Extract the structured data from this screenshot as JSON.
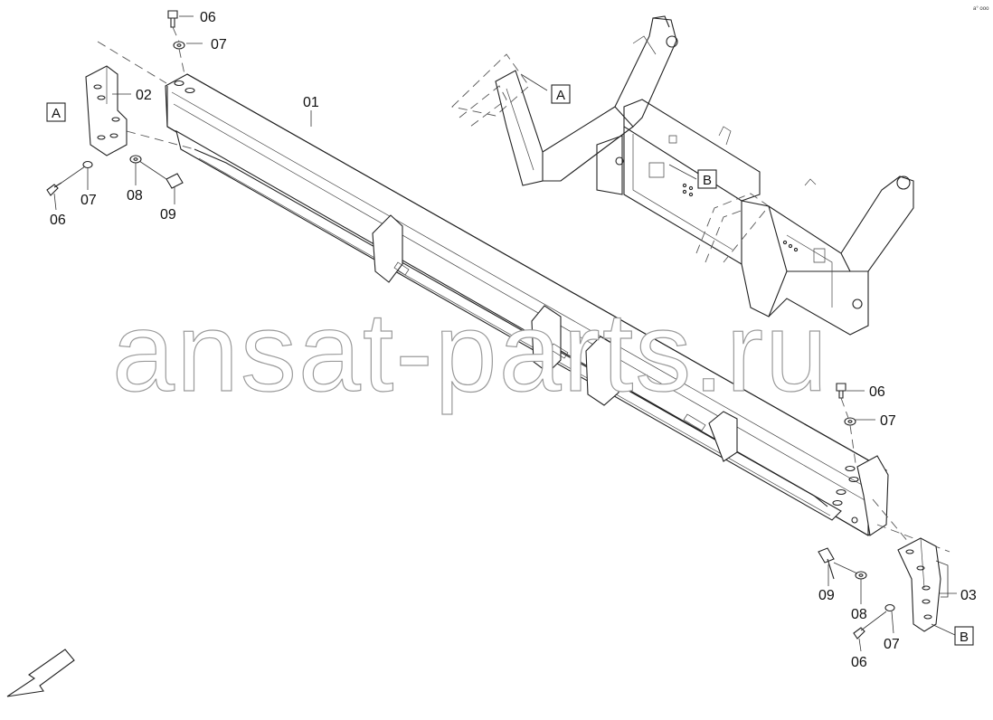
{
  "diagram": {
    "corner_code": "a° ooo",
    "watermark": "ansat-parts.ru",
    "callouts": [
      {
        "id": "c-06-top",
        "text": "06"
      },
      {
        "id": "c-07-top",
        "text": "07"
      },
      {
        "id": "c-02",
        "text": "02"
      },
      {
        "id": "c-01",
        "text": "01"
      },
      {
        "id": "c-07-left",
        "text": "07"
      },
      {
        "id": "c-08-left",
        "text": "08"
      },
      {
        "id": "c-09-left",
        "text": "09"
      },
      {
        "id": "c-06-left",
        "text": "06"
      },
      {
        "id": "c-06-right",
        "text": "06"
      },
      {
        "id": "c-07-right",
        "text": "07"
      },
      {
        "id": "c-09-right",
        "text": "09"
      },
      {
        "id": "c-08-right",
        "text": "08"
      },
      {
        "id": "c-03",
        "text": "03"
      },
      {
        "id": "c-07-bottom",
        "text": "07"
      },
      {
        "id": "c-06-bottom",
        "text": "06"
      }
    ],
    "boxed_refs": [
      {
        "id": "box-a-left",
        "text": "A"
      },
      {
        "id": "box-a-frame",
        "text": "A"
      },
      {
        "id": "box-b-frame",
        "text": "B"
      },
      {
        "id": "box-b-right",
        "text": "B"
      }
    ]
  }
}
